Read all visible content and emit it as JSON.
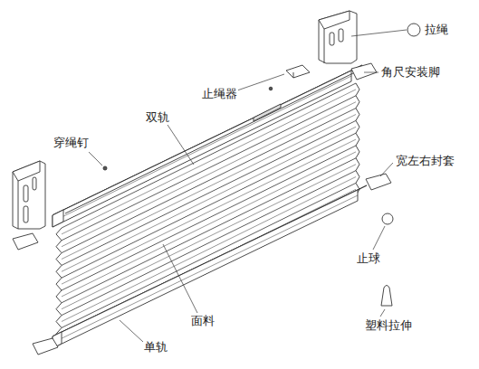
{
  "diagram": {
    "labels": [
      "拉绳",
      "角尺安装脚",
      "止绳器",
      "穿绳钉",
      "双轨",
      "宽左右封套",
      "止球",
      "面料",
      "塑料拉伸",
      "单轨"
    ]
  }
}
